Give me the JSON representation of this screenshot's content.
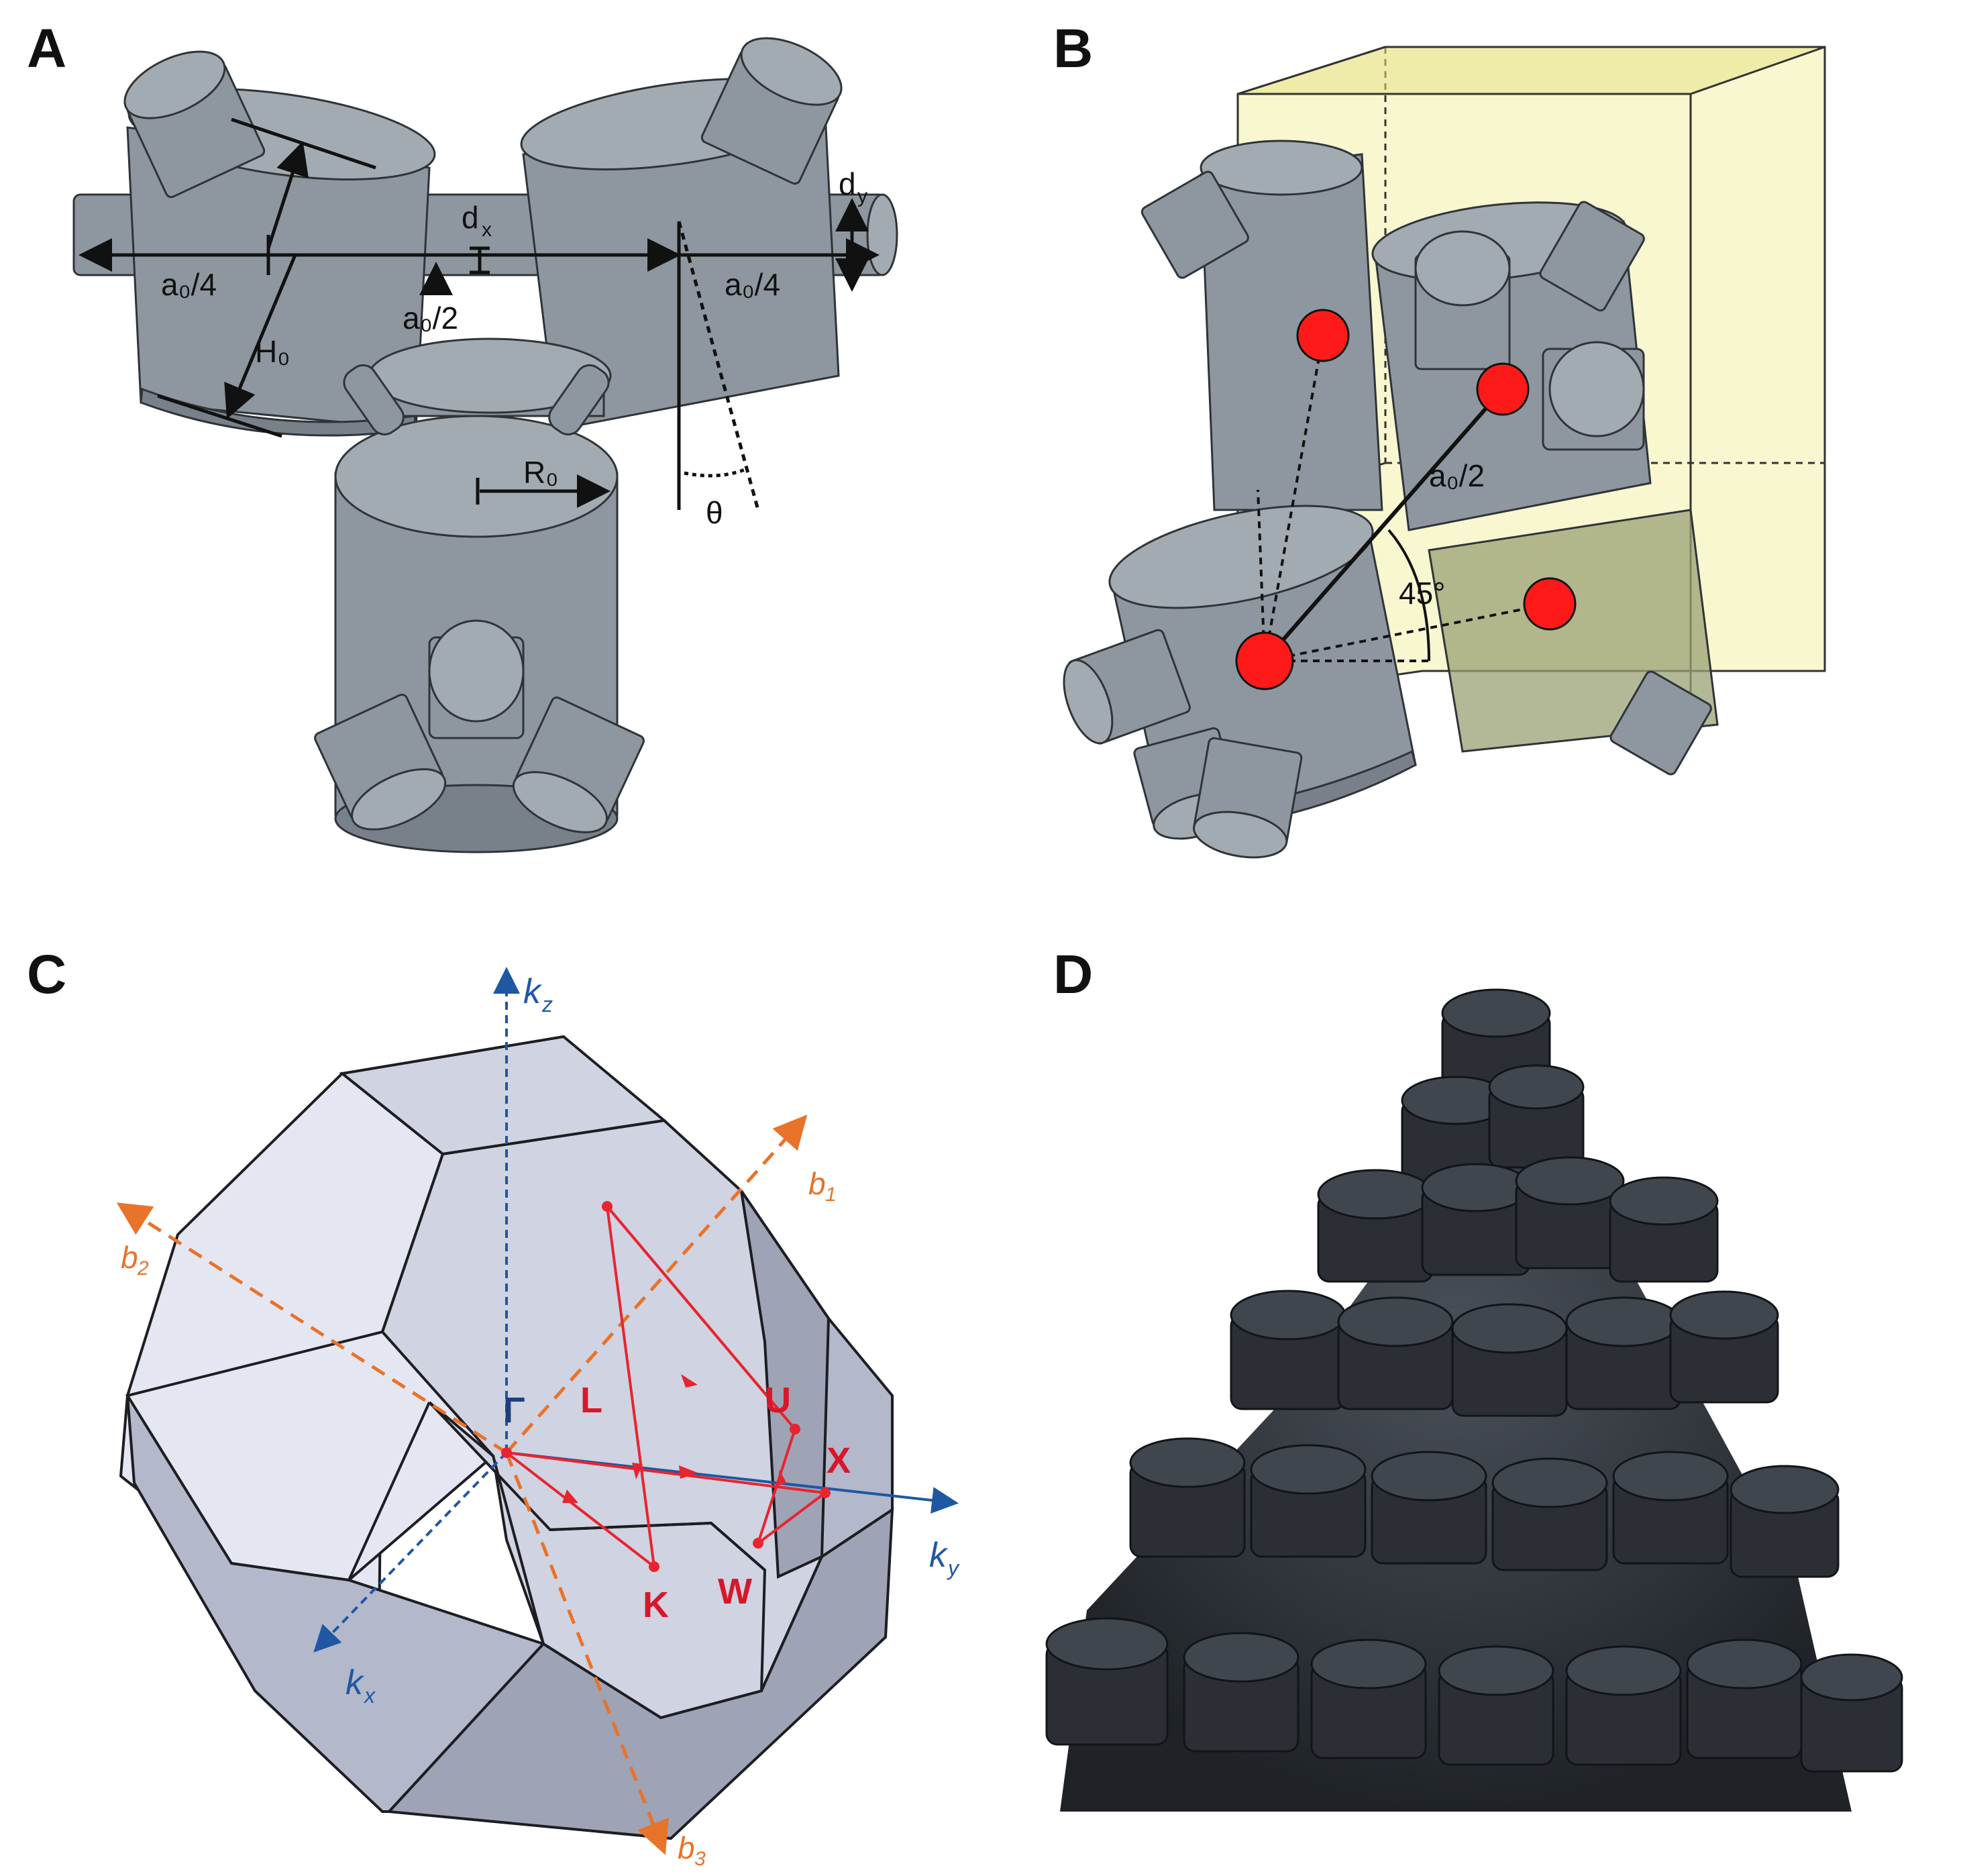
{
  "panels": {
    "a": {
      "letter": "A",
      "labels": {
        "a0_quarter_left": "a₀/4",
        "a0_quarter_right": "a₀/4",
        "a0_half": "a₀/2",
        "h0": "H₀",
        "r0": "R₀",
        "dx": "d",
        "dx_sub": "x",
        "dy": "d",
        "dy_sub": "y",
        "theta": "θ"
      }
    },
    "b": {
      "letter": "B",
      "labels": {
        "a0_half": "a₀/2",
        "angle": "45°"
      },
      "colors": {
        "cube": "#f3f0a8",
        "site": "#ff1a1a"
      }
    },
    "c": {
      "letter": "C",
      "axes": {
        "kx": "k",
        "kx_sub": "x",
        "ky": "k",
        "ky_sub": "y",
        "kz": "k",
        "kz_sub": "z"
      },
      "reciprocal": {
        "b1": "b",
        "b1_sub": "1",
        "b2": "b",
        "b2_sub": "2",
        "b3": "b",
        "b3_sub": "3"
      },
      "points": {
        "gamma": "Γ",
        "L": "L",
        "U": "U",
        "X": "X",
        "K": "K",
        "W": "W"
      },
      "colors": {
        "path": "#e8242f",
        "axes": "#1f57a3",
        "recip": "#e8732a"
      }
    },
    "d": {
      "letter": "D"
    }
  }
}
